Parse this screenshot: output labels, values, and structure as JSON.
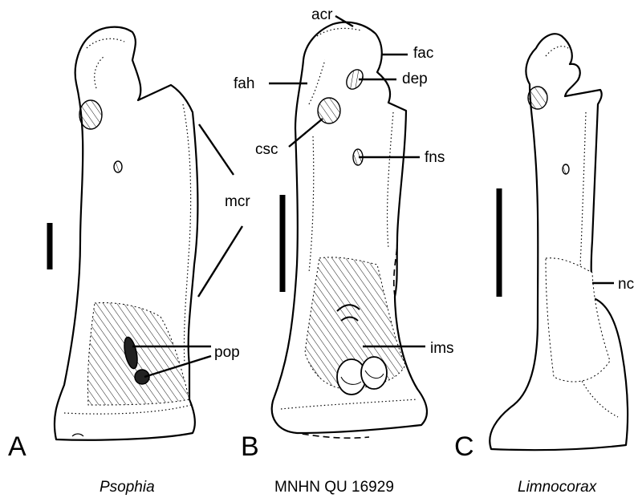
{
  "panels": {
    "a": "A",
    "b": "B",
    "c": "C"
  },
  "captions": {
    "a": "Psophia",
    "b": "MNHN QU 16929",
    "c": "Limnocorax"
  },
  "labels": {
    "acr": "acr",
    "fac": "fac",
    "dep": "dep",
    "fah": "fah",
    "csc": "csc",
    "fns": "fns",
    "mcr": "mcr",
    "pop": "pop",
    "ims": "ims",
    "nc": "nc"
  }
}
